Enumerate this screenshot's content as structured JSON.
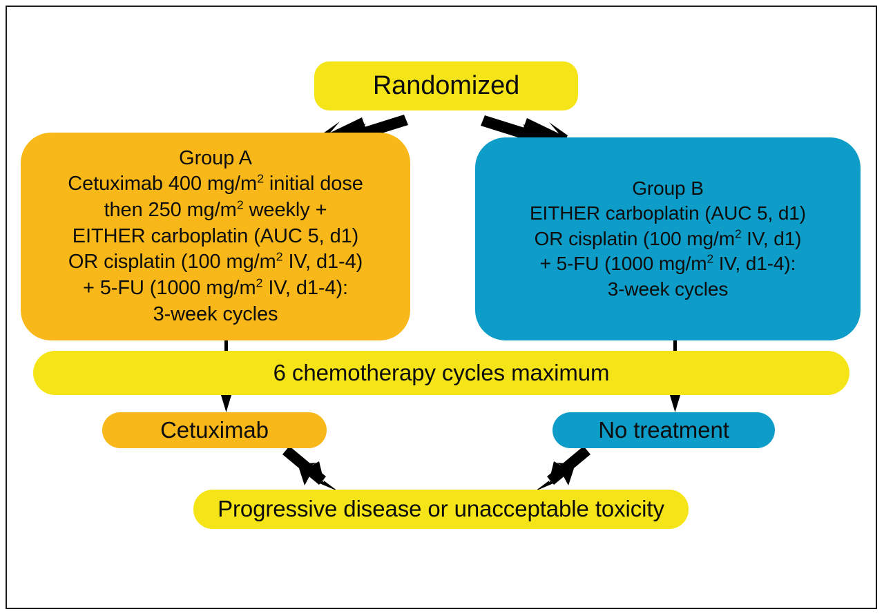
{
  "diagram": {
    "title": "Randomized trial flow diagram",
    "colors": {
      "yellow": "#f5e518",
      "orange": "#f8b819",
      "blue": "#0d9dc8",
      "arrow": "#000000",
      "frame": "#1a1a1a",
      "background": "#ffffff",
      "text": "#0d0d0d"
    }
  },
  "nodes": {
    "randomized": {
      "label": "Randomized",
      "color": "yellow"
    },
    "group_a": {
      "color": "orange",
      "lines": [
        "Group A",
        "Cetuximab 400 mg/m² initial dose",
        "then 250 mg/m² weekly +",
        "EITHER carboplatin (AUC 5, d1)",
        "OR cisplatin (100 mg/m² IV, d1-4)",
        "+ 5-FU (1000 mg/m² IV, d1-4):",
        "3-week cycles"
      ]
    },
    "group_b": {
      "color": "blue",
      "lines": [
        "Group B",
        "EITHER carboplatin (AUC 5, d1)",
        "OR cisplatin (100 mg/m² IV, d1)",
        "+ 5-FU (1000 mg/m² IV, d1-4):",
        "3-week cycles"
      ]
    },
    "banner": {
      "label": "6 chemotherapy cycles maximum",
      "color": "yellow"
    },
    "cetuximab": {
      "label": "Cetuximab",
      "color": "orange"
    },
    "no_treatment": {
      "label": "No treatment",
      "color": "blue"
    },
    "outcome": {
      "label": "Progressive disease or unacceptable toxicity",
      "color": "yellow"
    }
  },
  "edges": [
    {
      "id": "randomized-to-group-a",
      "from": "randomized",
      "to": "group_a",
      "style": "thick-diagonal-arrow"
    },
    {
      "id": "randomized-to-group-b",
      "from": "randomized",
      "to": "group_b",
      "style": "thick-diagonal-arrow"
    },
    {
      "id": "group-a-to-cetuximab",
      "from": "group_a",
      "to": "cetuximab",
      "style": "thin-vertical-arrow"
    },
    {
      "id": "group-b-to-no-treatment",
      "from": "group_b",
      "to": "no_treatment",
      "style": "thin-vertical-arrow"
    },
    {
      "id": "cetuximab-to-outcome",
      "from": "cetuximab",
      "to": "outcome",
      "style": "thick-diagonal-arrow"
    },
    {
      "id": "no-treatment-to-outcome",
      "from": "no_treatment",
      "to": "outcome",
      "style": "thick-diagonal-arrow"
    }
  ]
}
